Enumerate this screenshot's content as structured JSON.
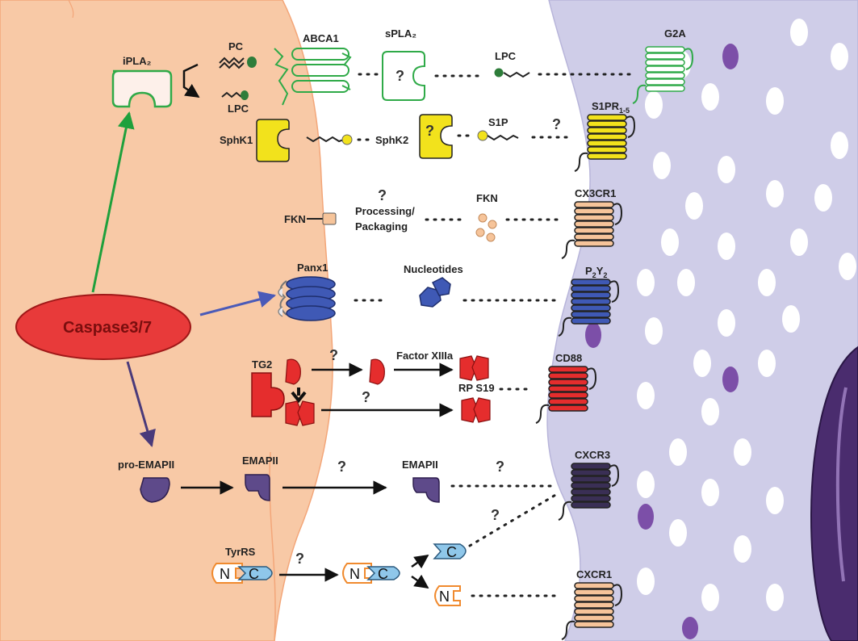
{
  "labels": {
    "caspase": "Caspase3/7",
    "ipla2": "iPLA₂",
    "pc": "PC",
    "lpc_small": "LPC",
    "abca1": "ABCA1",
    "spla2": "sPLA₂",
    "lpc": "LPC",
    "g2a": "G2A",
    "sphk1": "SphK1",
    "sphk2": "SphK2",
    "s1p": "S1P",
    "s1pr": "S1PR",
    "s1pr_sub": "1-5",
    "fkn_left": "FKN",
    "processing": "Processing/",
    "packaging": "Packaging",
    "fkn": "FKN",
    "cx3cr1": "CX3CR1",
    "panx1": "Panx1",
    "nucleotides": "Nucleotides",
    "p2y2_p": "P",
    "p2y2_2a": "2",
    "p2y2_y": "Y",
    "p2y2_2b": "2",
    "tg2": "TG2",
    "factor13a": "Factor XIIIa",
    "rps19": "RP S19",
    "cd88": "CD88",
    "pro_emapii": "pro-EMAPII",
    "emapii_1": "EMAPII",
    "emapii_2": "EMAPII",
    "cxcr3": "CXCR3",
    "tyrrs": "TyrRS",
    "cxcr1": "CXCR1",
    "n": "N",
    "c": "C",
    "question": "?"
  },
  "colors": {
    "apoptotic_cell": "#f8c9a6",
    "phagocyte": "#cfcde8",
    "green": "#2faa48",
    "yellow": "#f2e21c",
    "peach": "#f6c49a",
    "blue": "#3f59b5",
    "red": "#e52d2d",
    "purple": "#5e4a8a",
    "dark_purple": "#3a2f55",
    "light_blue": "#8fc7ea",
    "orange": "#f08a2e"
  }
}
